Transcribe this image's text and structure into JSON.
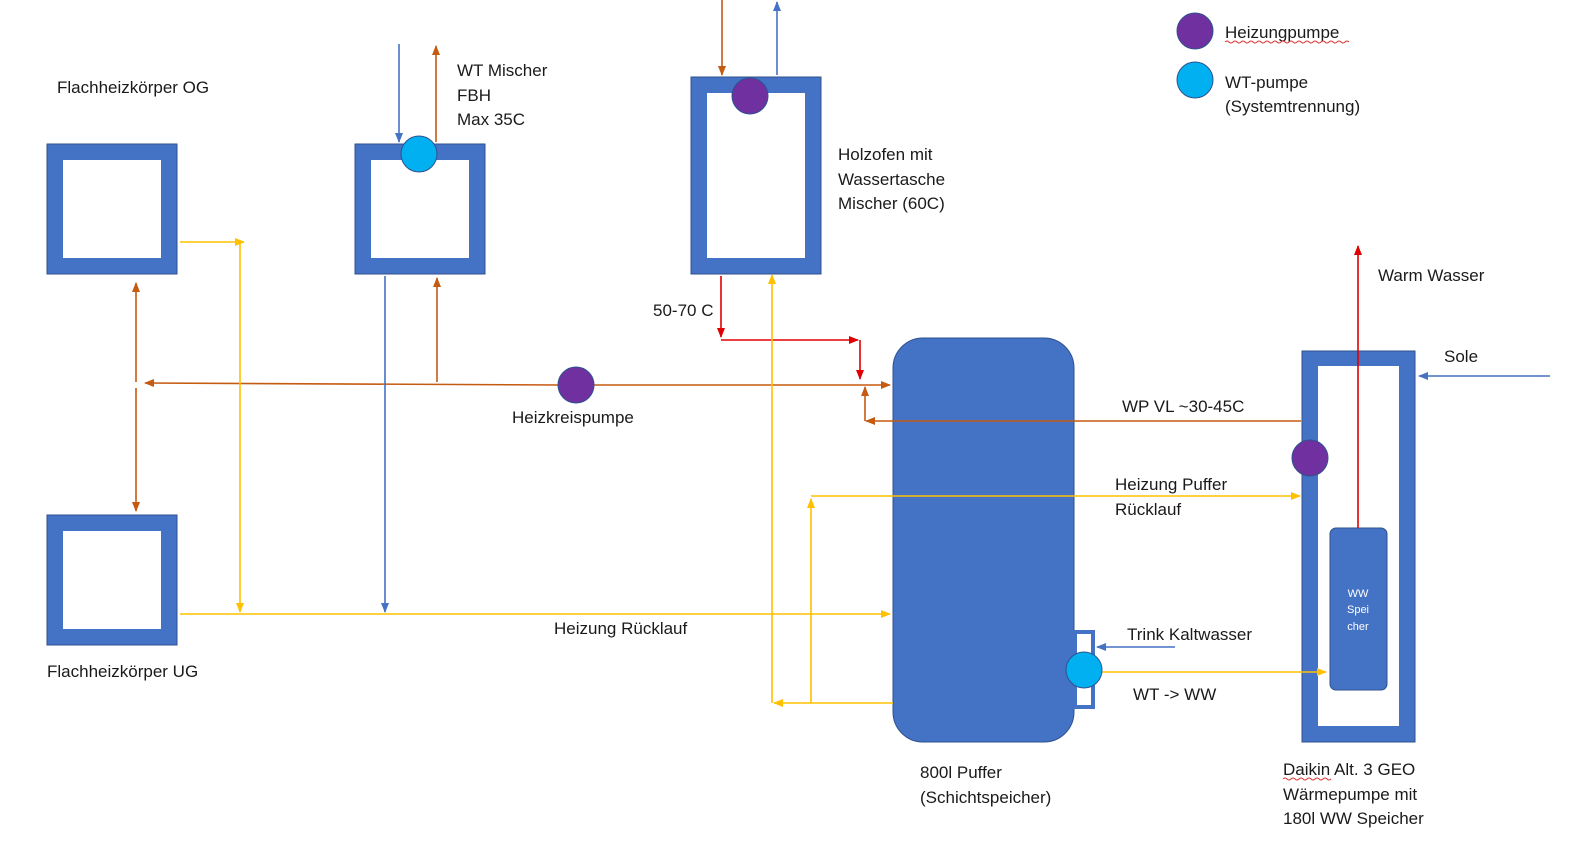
{
  "colors": {
    "box": "#4472c4",
    "box_border": "#2f528f",
    "heizungpumpe": "#7030a0",
    "wt_pumpe": "#00b0f0",
    "line_orange": "#c55a11",
    "line_yellow": "#ffc000",
    "line_red": "#e00000",
    "line_blue": "#4472c4"
  },
  "legend": {
    "heizungpumpe": "Heizungpumpe",
    "wt_pumpe_1": "WT-pumpe",
    "wt_pumpe_2": "(Systemtrennung)"
  },
  "labels": {
    "flachheizkoerper_og": "Flachheizkörper OG",
    "flachheizkoerper_ug": "Flachheizkörper UG",
    "wt_mischer_1": "WT Mischer",
    "wt_mischer_2": "FBH",
    "wt_mischer_3": "Max 35C",
    "holzofen_1": "Holzofen mit",
    "holzofen_2": "Wassertasche",
    "holzofen_3": "Mischer (60C)",
    "temp_50_70": "50-70 C",
    "heizkreispumpe": "Heizkreispumpe",
    "heizung_ruecklauf": "Heizung Rücklauf",
    "puffer_1": "800l Puffer",
    "puffer_2": "(Schichtspeicher)",
    "wp_vl": "WP VL ~30-45C",
    "heizung_puffer_1": "Heizung Puffer",
    "heizung_puffer_2": "Rücklauf",
    "trink_kaltwasser": "Trink Kaltwasser",
    "wt_ww": "WT -> WW",
    "warm_wasser": "Warm Wasser",
    "sole": "Sole",
    "ww_speicher_1": "WW",
    "ww_speicher_2": "Spei",
    "ww_speicher_3": "cher",
    "daikin_1": "Daikin Alt. 3 GEO",
    "daikin_2": "Wärmepumpe mit",
    "daikin_3": "180l WW Speicher"
  }
}
